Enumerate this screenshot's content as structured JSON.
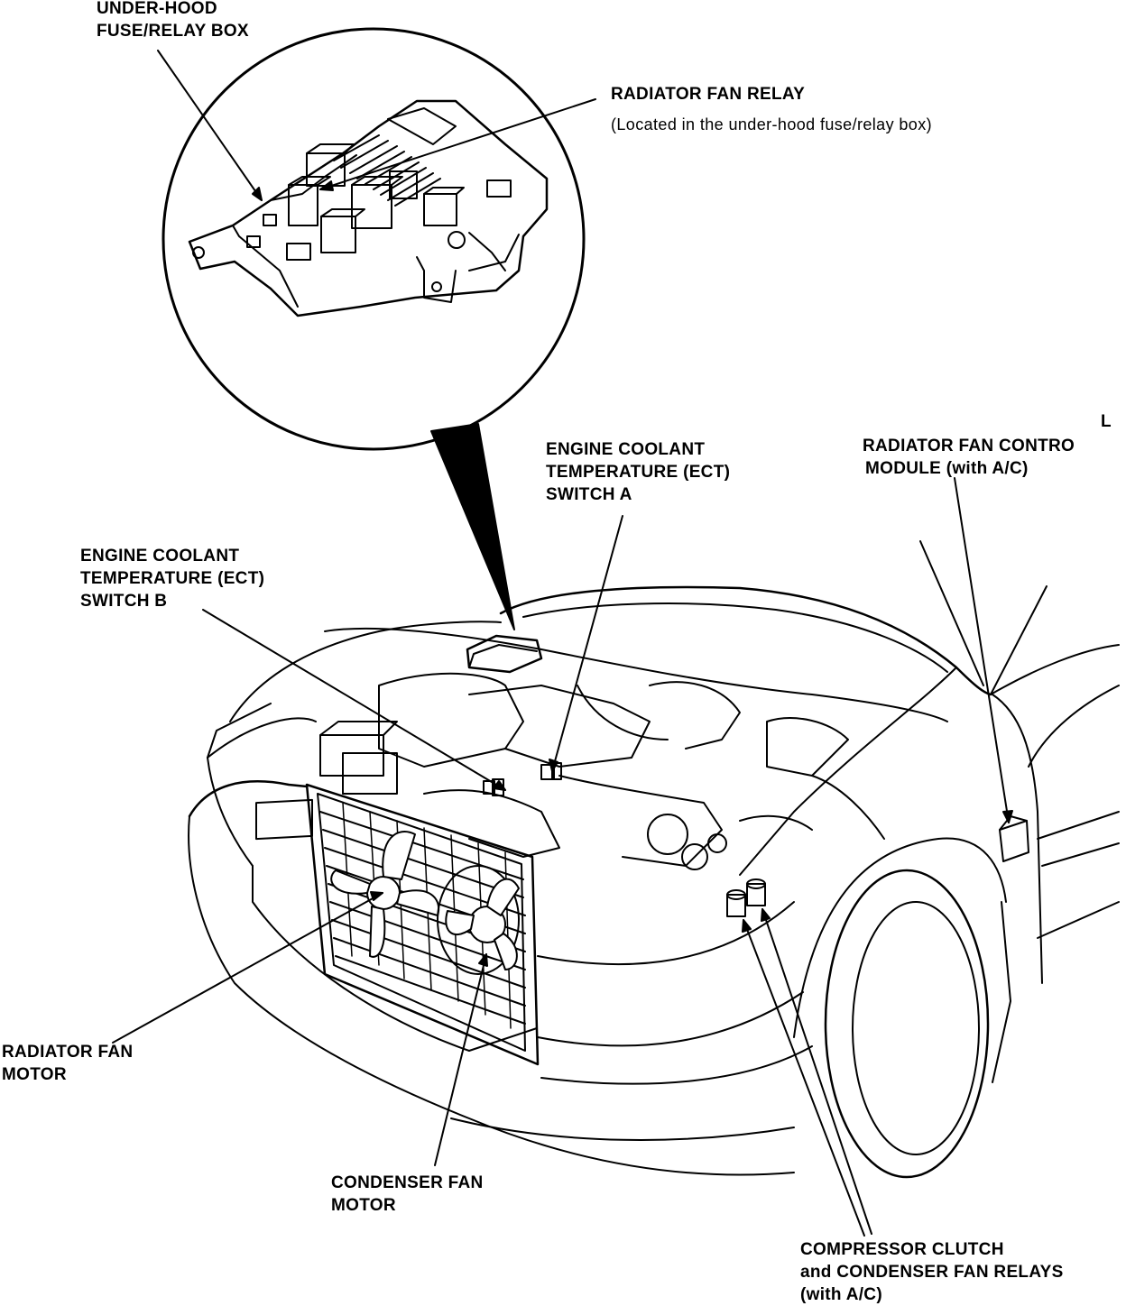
{
  "labels": {
    "fuse_box": [
      "UNDER-HOOD",
      "FUSE/RELAY BOX"
    ],
    "fan_relay": "RADIATOR FAN RELAY",
    "fan_relay_note": "(Located in the under-hood fuse/relay box)",
    "ect_a": [
      "ENGINE COOLANT",
      "TEMPERATURE (ECT)",
      "SWITCH A"
    ],
    "ect_b": [
      "ENGINE COOLANT",
      "TEMPERATURE (ECT)",
      "SWITCH B"
    ],
    "control_module": [
      "RADIATOR FAN CONTRO",
      "MODULE (with A/C)"
    ],
    "corner_mark": "L",
    "fan_motor": [
      "RADIATOR FAN",
      "MOTOR"
    ],
    "condenser_motor": [
      "CONDENSER FAN",
      "MOTOR"
    ],
    "relays": [
      "COMPRESSOR CLUTCH",
      "and CONDENSER FAN RELAYS",
      "(with A/C)"
    ]
  }
}
